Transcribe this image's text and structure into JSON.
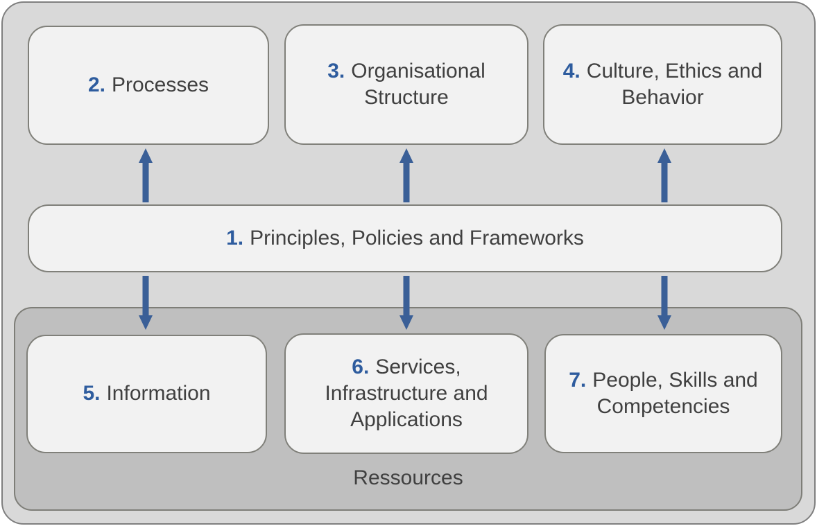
{
  "diagram": {
    "type": "enabler-relationship-diagram",
    "center_box": {
      "number": "1.",
      "label": "Principles, Policies and Frameworks"
    },
    "top_row": [
      {
        "number": "2.",
        "label": "Processes"
      },
      {
        "number": "3.",
        "label": "Organisational Structure"
      },
      {
        "number": "4.",
        "label": "Culture, Ethics and Behavior"
      }
    ],
    "resources": {
      "label": "Ressources",
      "boxes": [
        {
          "number": "5.",
          "label": "Information"
        },
        {
          "number": "6.",
          "label": "Services, Infrastructure and Applications"
        },
        {
          "number": "7.",
          "label": "People, Skills and Competencies"
        }
      ]
    },
    "arrows": {
      "up_count": 3,
      "down_count": 3,
      "direction_up": "center-to-top-row",
      "direction_down": "center-to-resources"
    },
    "colors": {
      "outer_background": "#d9d9d9",
      "resources_background": "#bfbfbf",
      "box_background": "#f2f2f2",
      "border_gray": "#7f7f7f",
      "number_blue": "#2e5c9e",
      "arrow_blue": "#3a5f97",
      "text_gray": "#404040"
    }
  }
}
